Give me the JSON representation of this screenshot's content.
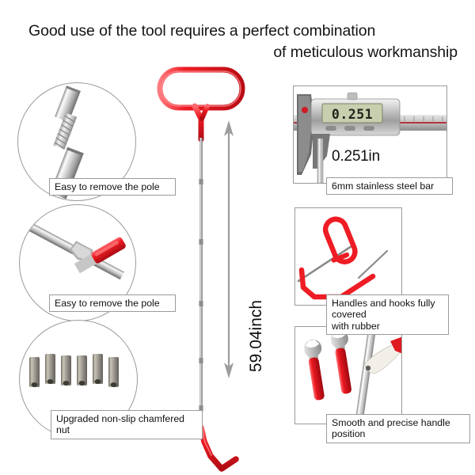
{
  "header": {
    "line1": "Good use of the tool requires a perfect combination",
    "line2": "of meticulous workmanship"
  },
  "colors": {
    "red": "#ee1c24",
    "red_dark": "#c00d16",
    "steel_light": "#dcdcdc",
    "steel_mid": "#9a9a9a",
    "steel_dark": "#5a5a5a",
    "outline": "#9a9a9a",
    "text": "#101010",
    "lcd": "#c8cfae"
  },
  "left_callouts": [
    {
      "id": "pole-thread-joint",
      "caption": "Easy to remove the pole",
      "image_name": "threaded-pole-joint-photo"
    },
    {
      "id": "handle-tee-joint",
      "caption": "Easy to remove the pole",
      "image_name": "tee-handle-joint-photo"
    },
    {
      "id": "chamfered-nuts",
      "caption": "Upgraded non-slip chamfered nut",
      "image_name": "six-chamfered-nuts-photo",
      "nut_count": 6
    }
  ],
  "right_panels": [
    {
      "id": "caliper-measurement",
      "caption": "6mm stainless steel bar",
      "value_label": "0.251in",
      "lcd_reading": "0.251",
      "image_name": "digital-caliper-photo"
    },
    {
      "id": "rubber-coated-handles",
      "caption": "Handles and hooks fully covered\nwith rubber",
      "image_name": "red-rubber-handle-and-hook-illustration"
    },
    {
      "id": "handle-position",
      "caption": "Smooth and precise handle position",
      "image_name": "wrenches-and-hand-grip-photo",
      "wrench_count": 2
    }
  ],
  "center_tool": {
    "dimension_label": "59.04inch",
    "name": "red-t-handle-hook-tool",
    "arrow_name": "vertical-double-arrow"
  }
}
